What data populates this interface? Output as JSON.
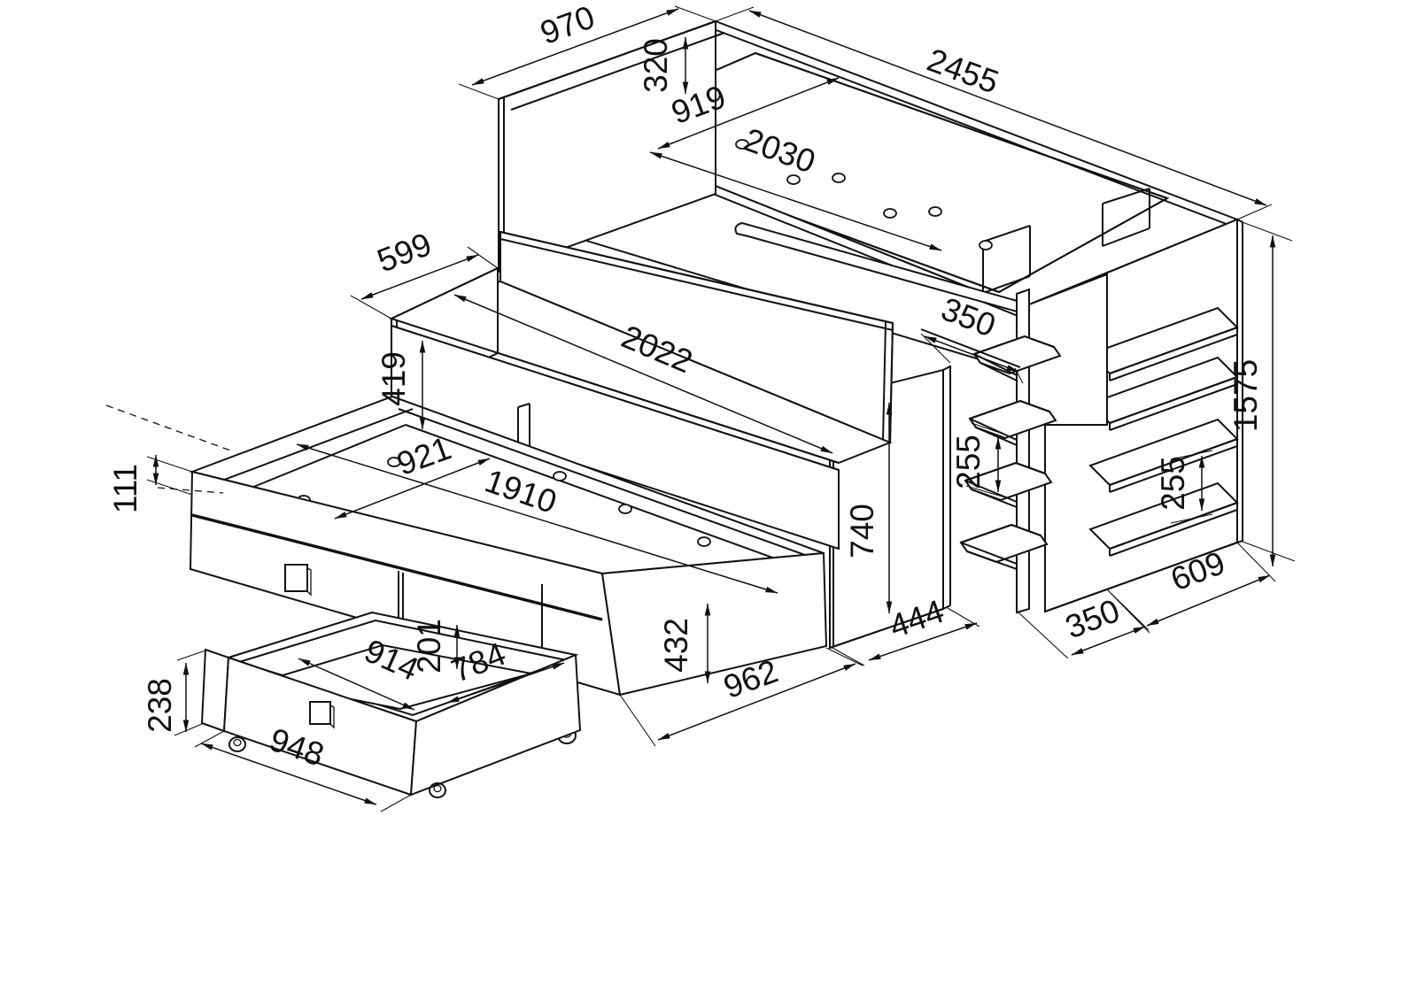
{
  "drawing": {
    "type": "isometric-furniture-dimension-drawing",
    "subject": "loft bed with pull-out bed, storage drawer and shelf unit",
    "background_color": "#ffffff",
    "line_color": "#111111",
    "units": "mm"
  },
  "dimensions": {
    "top_bed_end_width": {
      "value": "970"
    },
    "total_length": {
      "value": "2455"
    },
    "top_guard_rail_height": {
      "value": "320"
    },
    "top_bed_inner_width": {
      "value": "919"
    },
    "top_bed_inner_length": {
      "value": "2030"
    },
    "mid_platform_depth": {
      "value": "599"
    },
    "mid_platform_length": {
      "value": "2022"
    },
    "mid_platform_front_height": {
      "value": "419"
    },
    "lower_bed_rail_height": {
      "value": "111"
    },
    "lower_bed_inner_width": {
      "value": "921"
    },
    "lower_bed_inner_length": {
      "value": "1910"
    },
    "drawer_inner_depth": {
      "value": "201"
    },
    "drawer_inner_width": {
      "value": "914"
    },
    "drawer_inner_length": {
      "value": "784"
    },
    "drawer_height": {
      "value": "238"
    },
    "drawer_front_width": {
      "value": "948"
    },
    "lower_bed_height": {
      "value": "432"
    },
    "lower_bed_end_width": {
      "value": "962"
    },
    "support_panel_height": {
      "value": "740"
    },
    "support_panel_depth": {
      "value": "444"
    },
    "shelf_bay_width": {
      "value": "350"
    },
    "shelf_spacing_left": {
      "value": "255"
    },
    "shelf_spacing_right": {
      "value": "255"
    },
    "total_height": {
      "value": "1575"
    },
    "end_shelf_depth": {
      "value": "609"
    },
    "divider_panel_depth": {
      "value": "350"
    }
  }
}
